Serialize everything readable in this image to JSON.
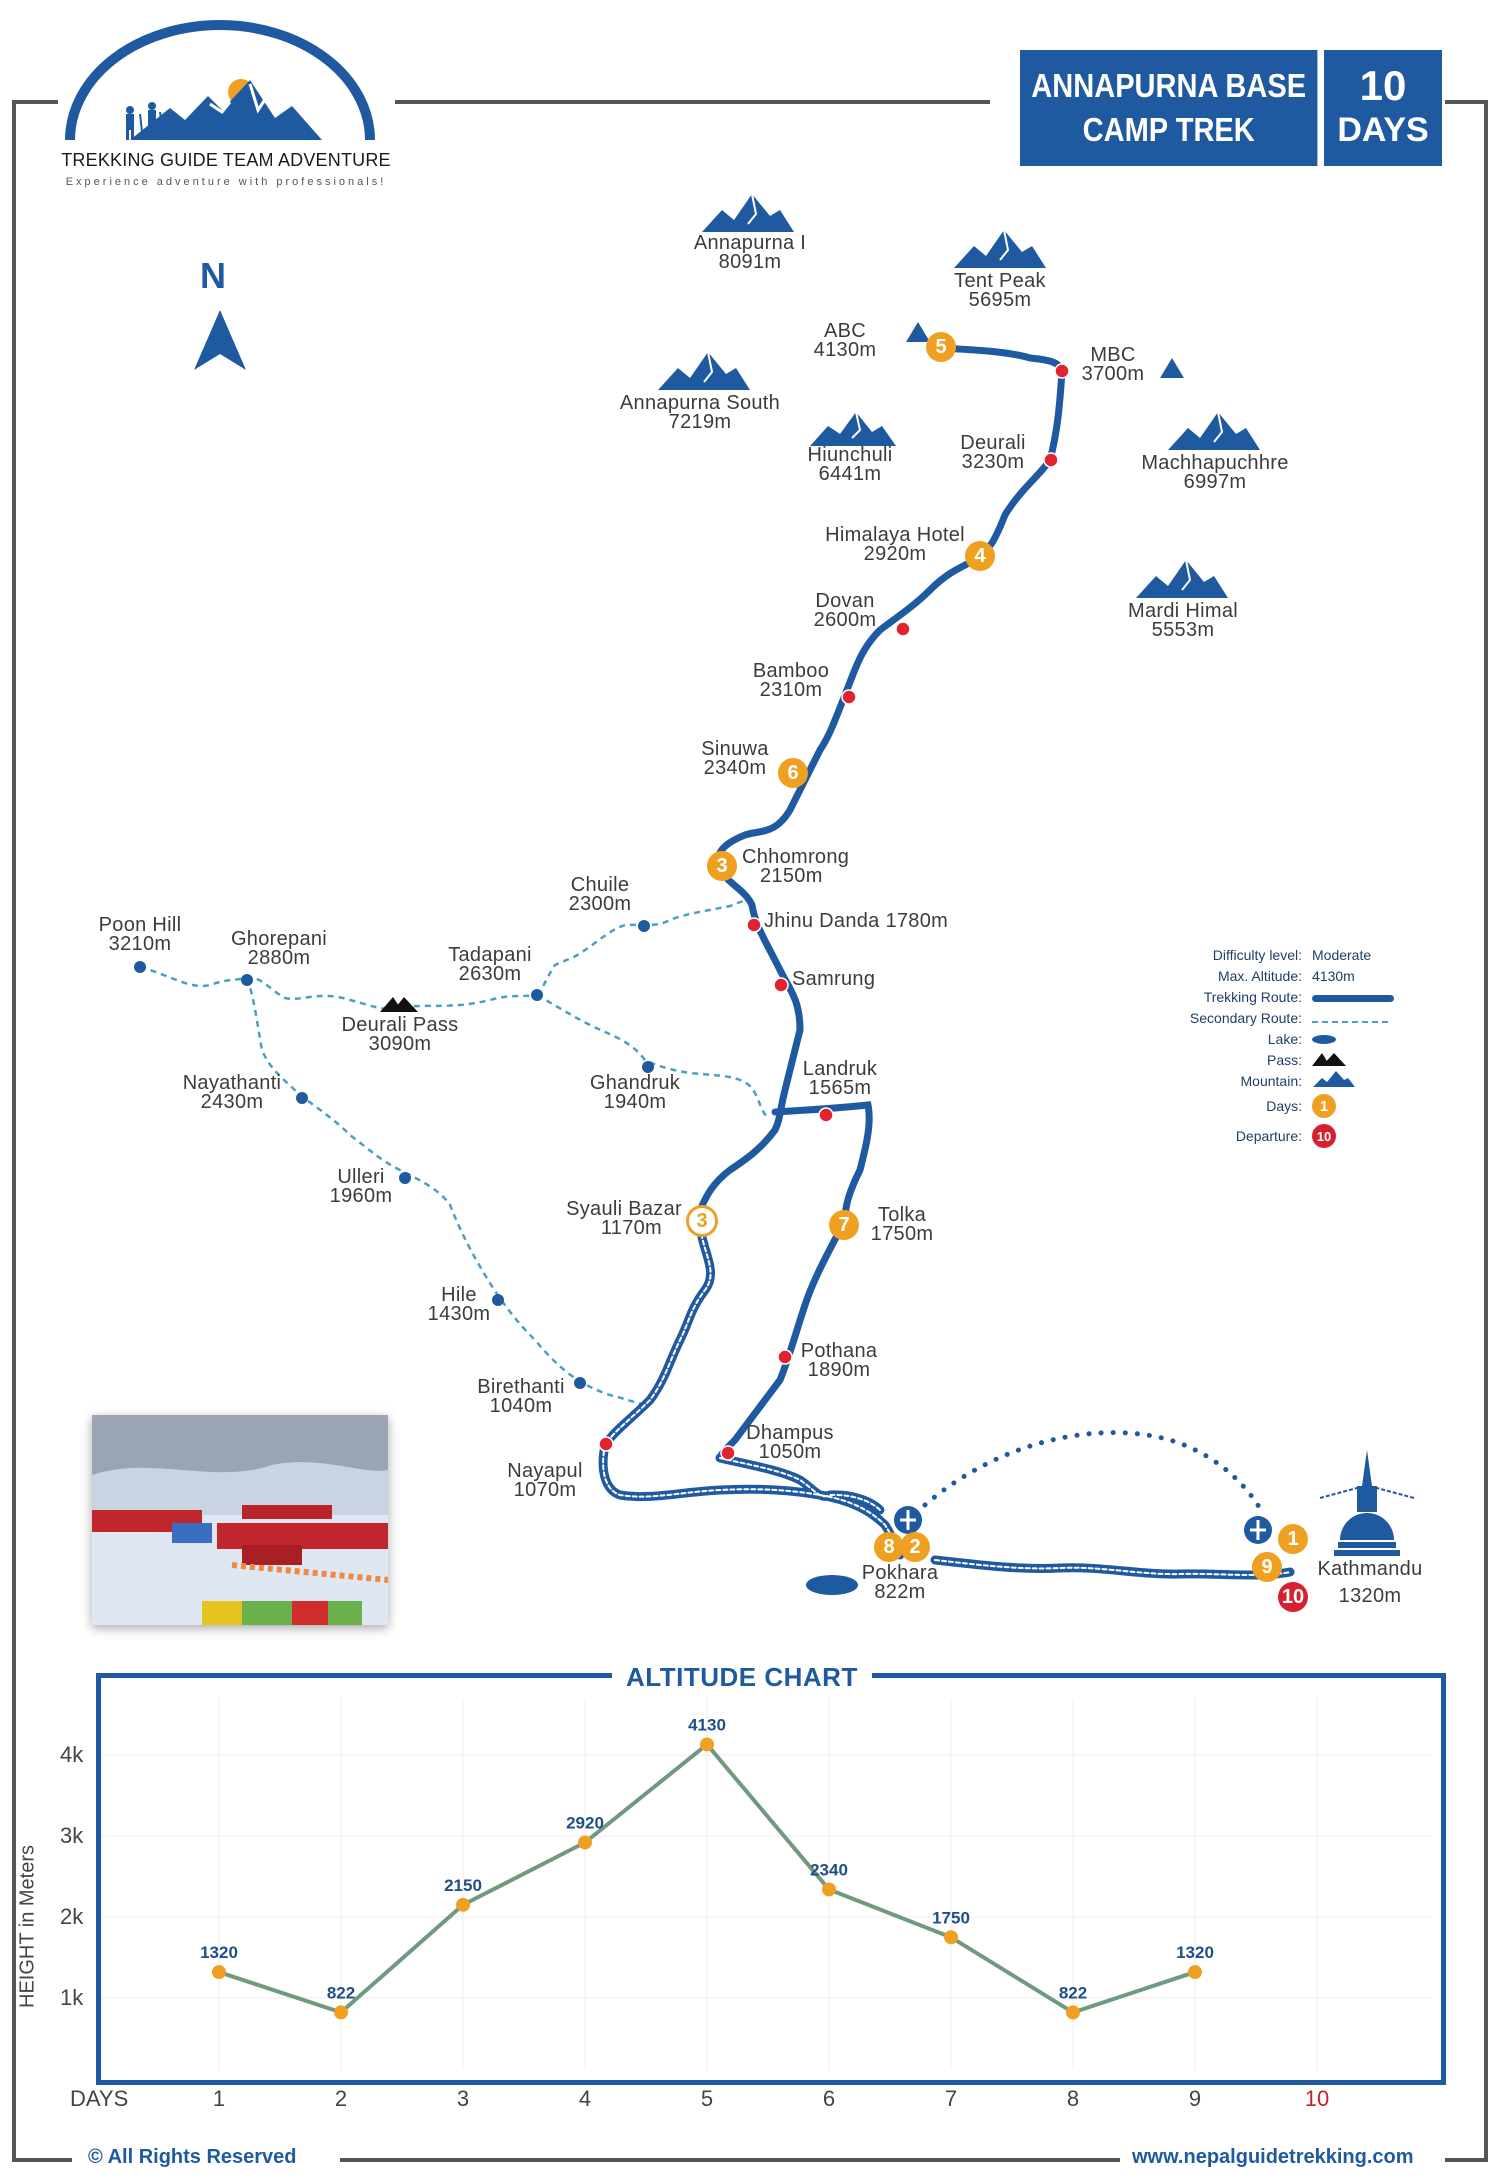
{
  "brand": {
    "name": "TREKKING GUIDE TEAM ADVENTURE",
    "tagline": "Experience adventure with professionals!"
  },
  "title": {
    "line1": "ANNAPURNA BASE",
    "line2": "CAMP TREK",
    "days_number": "10",
    "days_label": "DAYS"
  },
  "compass": {
    "label": "N"
  },
  "colors": {
    "brand_blue": "#1f5aa0",
    "day_badge": "#f0a020",
    "departure_badge": "#d6202e",
    "stop_dot": "#e0232d",
    "secondary_route": "#4a9fc4",
    "chart_line": "#6f9a80",
    "chart_point": "#f0a020"
  },
  "mountains": [
    {
      "name": "Annapurna I",
      "alt": "8091m"
    },
    {
      "name": "Tent Peak",
      "alt": "5695m"
    },
    {
      "name": "Annapurna South",
      "alt": "7219m"
    },
    {
      "name": "Hiunchuli",
      "alt": "6441m"
    },
    {
      "name": "Machhapuchhre",
      "alt": "6997m"
    },
    {
      "name": "Mardi Himal",
      "alt": "5553m"
    }
  ],
  "main_route": [
    {
      "name": "ABC",
      "alt": "4130m",
      "day": "5"
    },
    {
      "name": "MBC",
      "alt": "3700m"
    },
    {
      "name": "Deurali",
      "alt": "3230m"
    },
    {
      "name": "Himalaya Hotel",
      "alt": "2920m",
      "day": "4"
    },
    {
      "name": "Dovan",
      "alt": "2600m"
    },
    {
      "name": "Bamboo",
      "alt": "2310m"
    },
    {
      "name": "Sinuwa",
      "alt": "2340m",
      "day": "6"
    },
    {
      "name": "Chhomrong",
      "alt": "2150m",
      "day": "3"
    },
    {
      "name": "Jhinu Danda 1780m",
      "alt": ""
    },
    {
      "name": "Samrung",
      "alt": ""
    },
    {
      "name": "Landruk",
      "alt": "1565m"
    },
    {
      "name": "Syauli Bazar",
      "alt": "1170m",
      "day": "3"
    },
    {
      "name": "Tolka",
      "alt": "1750m",
      "day": "7"
    },
    {
      "name": "Pothana",
      "alt": "1890m"
    },
    {
      "name": "Dhampus",
      "alt": "1050m"
    },
    {
      "name": "Nayapul",
      "alt": "1070m"
    },
    {
      "name": "Pokhara",
      "alt": "822m",
      "days": [
        "8",
        "2"
      ]
    },
    {
      "name": "Kathmandu",
      "alt": "1320m",
      "days": [
        "1",
        "9",
        "10"
      ]
    }
  ],
  "secondary_route": [
    {
      "name": "Poon Hill",
      "alt": "3210m"
    },
    {
      "name": "Ghorepani",
      "alt": "2880m"
    },
    {
      "name": "Deurali Pass",
      "alt": "3090m"
    },
    {
      "name": "Tadapani",
      "alt": "2630m"
    },
    {
      "name": "Chuile",
      "alt": "2300m"
    },
    {
      "name": "Ghandruk",
      "alt": "1940m"
    },
    {
      "name": "Nayathanti",
      "alt": "2430m"
    },
    {
      "name": "Ulleri",
      "alt": "1960m"
    },
    {
      "name": "Hile",
      "alt": "1430m"
    },
    {
      "name": "Birethanti",
      "alt": "1040m"
    }
  ],
  "legend": {
    "difficulty_label": "Difficulty level:",
    "difficulty_value": "Moderate",
    "max_alt_label": "Max. Altitude:",
    "max_alt_value": "4130m",
    "trekking_route": "Trekking Route:",
    "secondary_route": "Secondary Route:",
    "lake": "Lake:",
    "pass": "Pass:",
    "mountain": "Mountain:",
    "days": "Days:",
    "days_sample": "1",
    "departure": "Departure:",
    "departure_sample": "10"
  },
  "chart_data": {
    "type": "line",
    "title": "ALTITUDE CHART",
    "xlabel": "DAYS",
    "ylabel": "HEIGHT in Meters",
    "categories": [
      "1",
      "2",
      "3",
      "4",
      "5",
      "6",
      "7",
      "8",
      "9",
      "10"
    ],
    "values": [
      1320,
      822,
      2150,
      2920,
      4130,
      2340,
      1750,
      822,
      1320,
      null
    ],
    "data_labels": [
      "1320",
      "822",
      "2150",
      "2920",
      "4130",
      "2340",
      "1750",
      "822",
      "1320"
    ],
    "yticks": [
      "1k",
      "2k",
      "3k",
      "4k"
    ],
    "ylim": [
      500,
      4600
    ],
    "grid": true,
    "legend": "none",
    "highlight_category": "10"
  },
  "footer": {
    "copyright": "All Rights Reserved",
    "copyright_symbol": "©",
    "website": "www.nepalguidetrekking.com"
  }
}
